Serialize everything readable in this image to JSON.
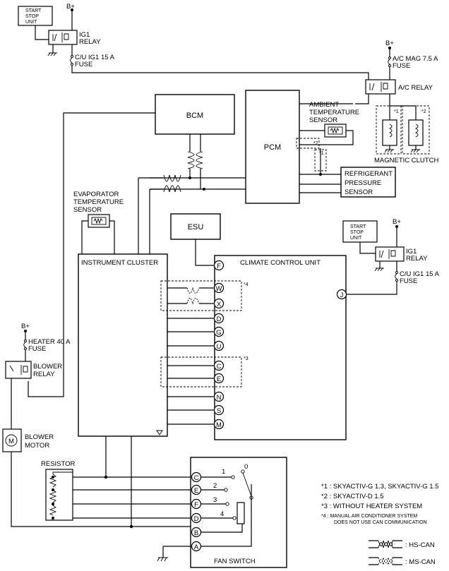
{
  "components": {
    "start_stop_unit_1": [
      "START",
      "STOP",
      "UNIT"
    ],
    "start_stop_unit_2": [
      "START",
      "STOP",
      "UNIT"
    ],
    "bplus": "B+",
    "ig1_relay_1": [
      "IG1",
      "RELAY"
    ],
    "ig1_relay_2": [
      "IG1",
      "RELAY"
    ],
    "cu_fuse_1": [
      "C/U IG1 15 A",
      "FUSE"
    ],
    "cu_fuse_2": [
      "C/U IG1 15 A",
      "FUSE"
    ],
    "ac_mag_fuse": [
      "A/C MAG 7.5 A",
      "FUSE"
    ],
    "ac_relay": "A/C RELAY",
    "bcm": "BCM",
    "pcm": "PCM",
    "ambient_sensor": [
      "AMBIENT",
      "TEMPERATURE",
      "SENSOR"
    ],
    "magnetic_clutch": "MAGNETIC CLUTCH",
    "refrigerant_sensor": [
      "REFRIGERANT",
      "PRESSURE",
      "SENSOR"
    ],
    "evaporator_sensor": [
      "EVAPORATOR",
      "TEMPERATURE",
      "SENSOR"
    ],
    "esu": "ESU",
    "instrument_cluster": "INSTRUMENT CLUSTER",
    "climate_control_unit": "CLIMATE CONTROL UNIT",
    "heater_fuse": [
      "HEATER 40 A",
      "FUSE"
    ],
    "blower_relay": [
      "BLOWER",
      "RELAY"
    ],
    "blower_motor": [
      "BLOWER",
      "MOTOR"
    ],
    "motor_symbol": "M",
    "resistor": "RESISTOR",
    "fan_switch": "FAN SWITCH"
  },
  "ccu_pins": [
    "F",
    "W",
    "X",
    "D",
    "G",
    "U",
    "C",
    "E",
    "N",
    "S",
    "M",
    "J"
  ],
  "fan_switch_pins": [
    "C",
    "E",
    "F",
    "D",
    "B",
    "A"
  ],
  "fan_positions": [
    "0",
    "1",
    "2",
    "3",
    "4"
  ],
  "markers": {
    "m1": "*1",
    "m2": "*2",
    "m3": "*3",
    "m4": "*4"
  },
  "notes": [
    "*1 : SKYACTIV-G 1.3, SKYACTIV-G 1.5",
    "*2 : SKYACTIV-D 1.5",
    "*3 : WITHOUT HEATER SYSTEM"
  ],
  "note4": [
    "*4 : MANUAL AIR CONDITIONER SYSTEM",
    "DOES NOT USE CAN COMMUNICATION"
  ],
  "legend": {
    "hs_can": ": HS-CAN",
    "ms_can": ": MS-CAN"
  }
}
